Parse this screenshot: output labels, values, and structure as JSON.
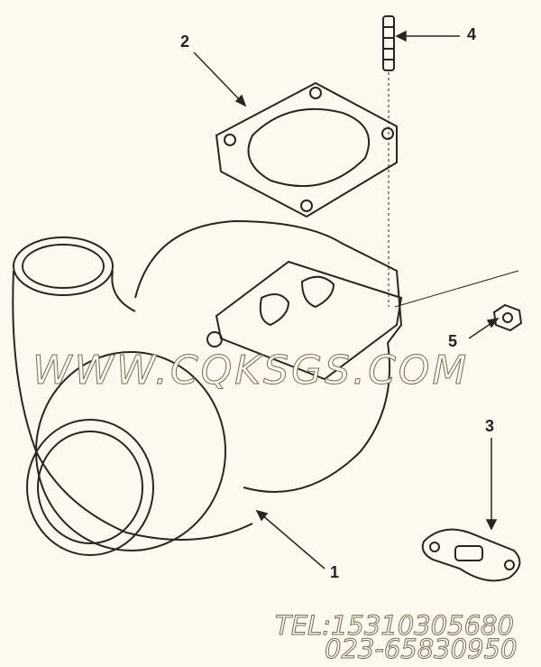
{
  "callouts": [
    "1",
    "2",
    "3",
    "4",
    "5"
  ],
  "watermark": {
    "website": "WWW.CQKSGS.COM",
    "phone": "TEL:15310305680",
    "landline": "023-65830950"
  },
  "colors": {
    "background": "#fdf9ef",
    "line": "#2a2520"
  }
}
